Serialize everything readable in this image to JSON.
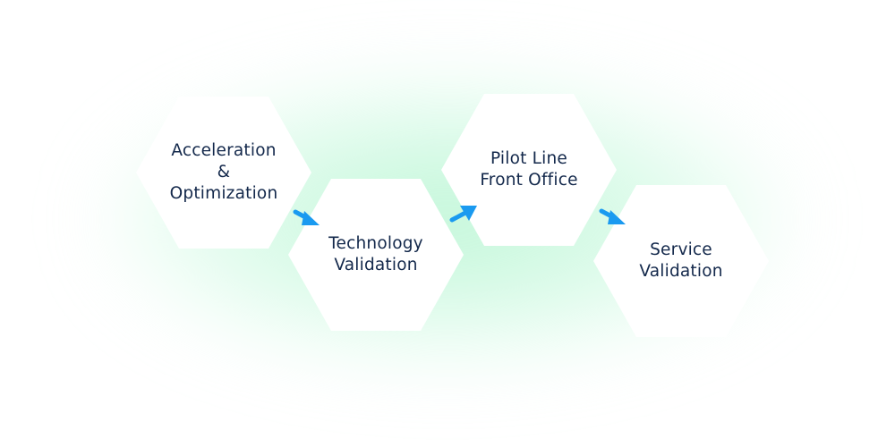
{
  "diagram": {
    "type": "process-flow",
    "colors": {
      "hexagon_fill": "#ffffff",
      "glow": "#c9f7dd",
      "text": "#13284b",
      "arrow": "#1a9af0"
    },
    "steps": [
      {
        "id": "step-1",
        "lines": [
          "Acceleration",
          "&",
          "Optimization"
        ]
      },
      {
        "id": "step-2",
        "lines": [
          "Technology",
          "Validation"
        ]
      },
      {
        "id": "step-3",
        "lines": [
          "Pilot Line",
          "Front Office"
        ]
      },
      {
        "id": "step-4",
        "lines": [
          "Service",
          "Validation"
        ]
      }
    ],
    "arrows": [
      {
        "from": "step-1",
        "to": "step-2",
        "direction": "down-right"
      },
      {
        "from": "step-2",
        "to": "step-3",
        "direction": "up-right"
      },
      {
        "from": "step-3",
        "to": "step-4",
        "direction": "down-right"
      }
    ]
  }
}
